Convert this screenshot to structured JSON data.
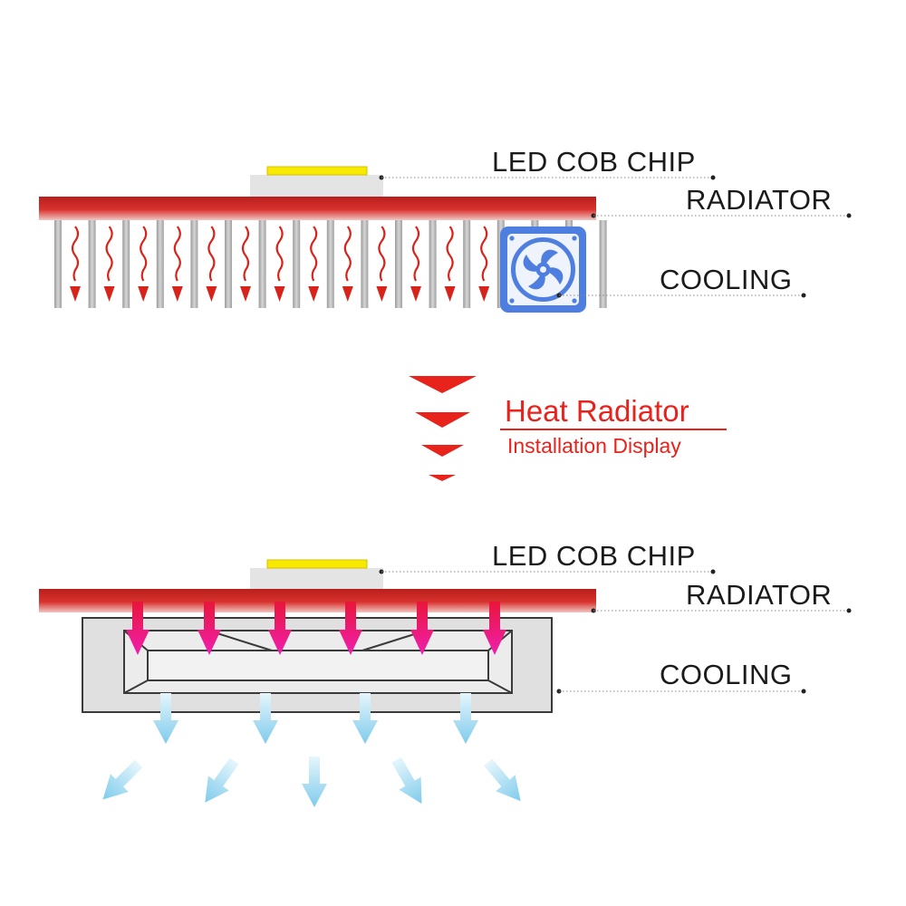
{
  "top_diagram": {
    "chip_label": "LED COB CHIP",
    "radiator_label": "RADIATOR",
    "cooling_label": "COOLING",
    "fan_icon": "fan-icon"
  },
  "middle": {
    "title": "Heat Radiator",
    "subtitle": "Installation Display"
  },
  "bottom_diagram": {
    "chip_label": "LED COB CHIP",
    "radiator_label": "RADIATOR",
    "cooling_label": "COOLING"
  },
  "colors": {
    "radiator_red": "#d9322e",
    "chip_yellow": "#f7ea00",
    "heat_arrow_red": "#d8231a",
    "fan_blue": "#4e7fe0",
    "hot_arrow_pink": "#f0148f",
    "cool_arrow_blue": "#8fd3ee"
  }
}
